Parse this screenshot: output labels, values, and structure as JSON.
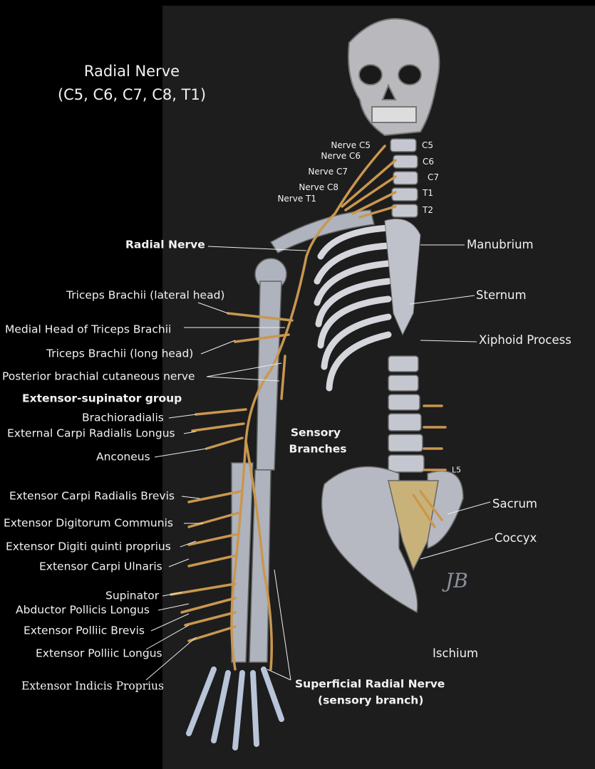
{
  "title": {
    "line1": "Radial Nerve",
    "line2": "(C5, C6, C7, C8, T1)"
  },
  "nerve_roots": [
    "Nerve C5",
    "Nerve C6",
    "Nerve C7",
    "Nerve C8",
    "Nerve T1"
  ],
  "vertebrae": [
    "C5",
    "C6",
    "C7",
    "T1",
    "T2",
    "L5"
  ],
  "left_labels": {
    "radial_nerve": "Radial Nerve",
    "triceps_lateral": "Triceps Brachii (lateral head)",
    "triceps_medial": "Medial Head of Triceps Brachii",
    "triceps_long": "Triceps Brachii (long head)",
    "posterior_cutaneous": "Posterior brachial cutaneous nerve",
    "extensor_group": "Extensor-supinator group",
    "brachioradialis": "Brachioradialis",
    "ecrl": "External Carpi Radialis Longus",
    "anconeus": "Anconeus",
    "ecrb": "Extensor Carpi Radialis Brevis",
    "edc": "Extensor Digitorum Communis",
    "edqp": "Extensor Digiti quinti proprius",
    "ecu": "Extensor Carpi Ulnaris",
    "supinator": "Supinator",
    "apl": "Abductor Pollicis Longus",
    "epb": "Extensor Polliic Brevis",
    "epl": "Extensor Polliic Longus",
    "eip": "Extensor Indicis Proprius"
  },
  "right_labels": {
    "manubrium": "Manubrium",
    "sternum": "Sternum",
    "xiphoid": "Xiphoid Process",
    "sacrum": "Sacrum",
    "coccyx": "Coccyx",
    "ischium": "Ischium"
  },
  "center_labels": {
    "sensory_1": "Sensory",
    "sensory_2": "Branches",
    "superficial_1": "Superficial Radial Nerve",
    "superficial_2": "(sensory branch)"
  },
  "signature": "JB",
  "colors": {
    "nerve": "#c9974f",
    "bone": "#c8ccd4",
    "background": "#1d1d1e"
  }
}
